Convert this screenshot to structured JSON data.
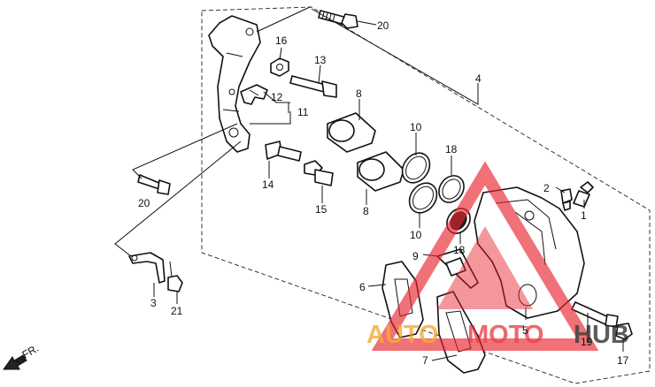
{
  "callouts": [
    {
      "id": "c20a",
      "text": "20"
    },
    {
      "id": "c16",
      "text": "16"
    },
    {
      "id": "c13",
      "text": "13"
    },
    {
      "id": "c4",
      "text": "4"
    },
    {
      "id": "c8a",
      "text": "8"
    },
    {
      "id": "c12",
      "text": "12"
    },
    {
      "id": "c11",
      "text": "11"
    },
    {
      "id": "c10a",
      "text": "10"
    },
    {
      "id": "c18a",
      "text": "18"
    },
    {
      "id": "c14",
      "text": "14"
    },
    {
      "id": "c15",
      "text": "15"
    },
    {
      "id": "c8b",
      "text": "8"
    },
    {
      "id": "c20b",
      "text": "20"
    },
    {
      "id": "c2",
      "text": "2"
    },
    {
      "id": "c1",
      "text": "1"
    },
    {
      "id": "c10b",
      "text": "10"
    },
    {
      "id": "c18b",
      "text": "18"
    },
    {
      "id": "c9",
      "text": "9"
    },
    {
      "id": "c6a",
      "text": "6"
    },
    {
      "id": "c3",
      "text": "3"
    },
    {
      "id": "c21",
      "text": "21"
    },
    {
      "id": "c5",
      "text": "5"
    },
    {
      "id": "c19",
      "text": "19"
    },
    {
      "id": "c7",
      "text": "7"
    },
    {
      "id": "c17",
      "text": "17"
    }
  ],
  "direction_label": "FR.",
  "watermark": {
    "part1": "AUTO",
    "part2": "MOTO",
    "part3": "HUB",
    "color_red": "#e8212b",
    "color_orange": "#f39c12",
    "color_dark": "#1f1f1f"
  }
}
